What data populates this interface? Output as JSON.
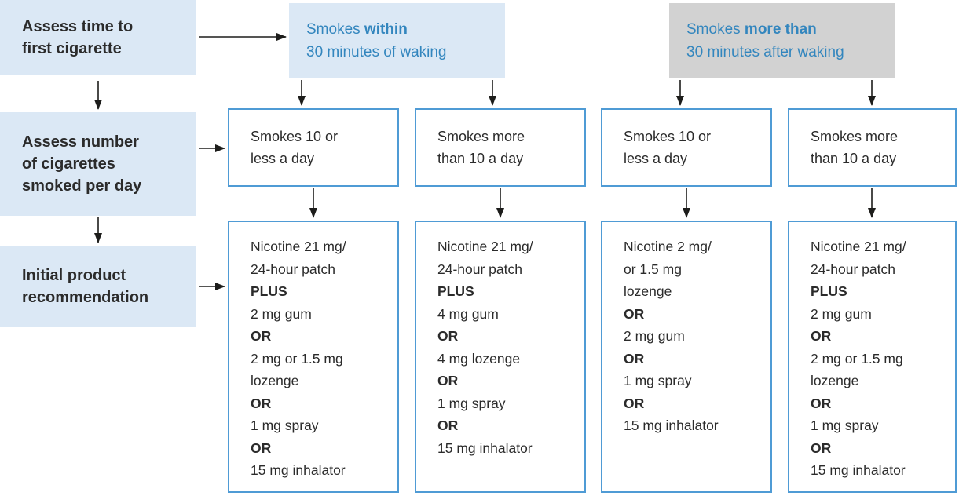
{
  "colors": {
    "light_blue": "#dbe8f5",
    "gray_fill": "#d2d2d2",
    "blue_text": "#3386be",
    "border_blue": "#4f9bd5",
    "dark_text": "#2b2b2b",
    "arrow": "#1d1d1b"
  },
  "left_steps": [
    {
      "label": "Assess time to\nfirst cigarette"
    },
    {
      "label": "Assess number\nof cigarettes\nsmoked per day"
    },
    {
      "label": "Initial product\nrecommendation"
    }
  ],
  "branch_headers": [
    {
      "variant": "blue",
      "segments": [
        {
          "text": "Smokes ",
          "bold": false
        },
        {
          "text": "within",
          "bold": true
        },
        {
          "text": "\n30 minutes of waking",
          "bold": false
        }
      ]
    },
    {
      "variant": "gray",
      "segments": [
        {
          "text": "Smokes ",
          "bold": false
        },
        {
          "text": "more than",
          "bold": true
        },
        {
          "text": "\n30 minutes after waking",
          "bold": false
        }
      ]
    }
  ],
  "frequency_boxes": [
    {
      "label": "Smokes 10 or\nless a day"
    },
    {
      "label": "Smokes more\nthan 10 a day"
    },
    {
      "label": "Smokes 10 or\nless a day"
    },
    {
      "label": "Smokes more\nthan 10 a day"
    }
  ],
  "recommendation_boxes": [
    {
      "lines": [
        {
          "text": "Nicotine 21 mg/",
          "bold": false
        },
        {
          "text": "24-hour patch",
          "bold": false
        },
        {
          "text": "PLUS",
          "bold": true
        },
        {
          "text": "2 mg gum",
          "bold": false
        },
        {
          "text": "OR",
          "bold": true
        },
        {
          "text": "2 mg or 1.5 mg",
          "bold": false
        },
        {
          "text": "lozenge",
          "bold": false
        },
        {
          "text": "OR",
          "bold": true
        },
        {
          "text": "1 mg spray",
          "bold": false
        },
        {
          "text": "OR",
          "bold": true
        },
        {
          "text": "15 mg inhalator",
          "bold": false
        }
      ]
    },
    {
      "lines": [
        {
          "text": "Nicotine 21 mg/",
          "bold": false
        },
        {
          "text": "24-hour patch",
          "bold": false
        },
        {
          "text": "PLUS",
          "bold": true
        },
        {
          "text": "4 mg gum",
          "bold": false
        },
        {
          "text": "OR",
          "bold": true
        },
        {
          "text": "4 mg lozenge",
          "bold": false
        },
        {
          "text": "OR",
          "bold": true
        },
        {
          "text": "1 mg spray",
          "bold": false
        },
        {
          "text": "OR",
          "bold": true
        },
        {
          "text": "15 mg inhalator",
          "bold": false
        }
      ]
    },
    {
      "lines": [
        {
          "text": "Nicotine 2 mg/",
          "bold": false
        },
        {
          "text": "or 1.5 mg",
          "bold": false
        },
        {
          "text": "lozenge",
          "bold": false
        },
        {
          "text": "OR",
          "bold": true
        },
        {
          "text": "2 mg gum",
          "bold": false
        },
        {
          "text": "OR",
          "bold": true
        },
        {
          "text": "1 mg spray",
          "bold": false
        },
        {
          "text": "OR",
          "bold": true
        },
        {
          "text": "15 mg inhalator",
          "bold": false
        }
      ]
    },
    {
      "lines": [
        {
          "text": "Nicotine 21 mg/",
          "bold": false
        },
        {
          "text": "24-hour patch",
          "bold": false
        },
        {
          "text": "PLUS",
          "bold": true
        },
        {
          "text": "2 mg gum",
          "bold": false
        },
        {
          "text": "OR",
          "bold": true
        },
        {
          "text": "2 mg or 1.5 mg",
          "bold": false
        },
        {
          "text": "lozenge",
          "bold": false
        },
        {
          "text": "OR",
          "bold": true
        },
        {
          "text": "1 mg spray",
          "bold": false
        },
        {
          "text": "OR",
          "bold": true
        },
        {
          "text": "15 mg inhalator",
          "bold": false
        }
      ]
    }
  ]
}
